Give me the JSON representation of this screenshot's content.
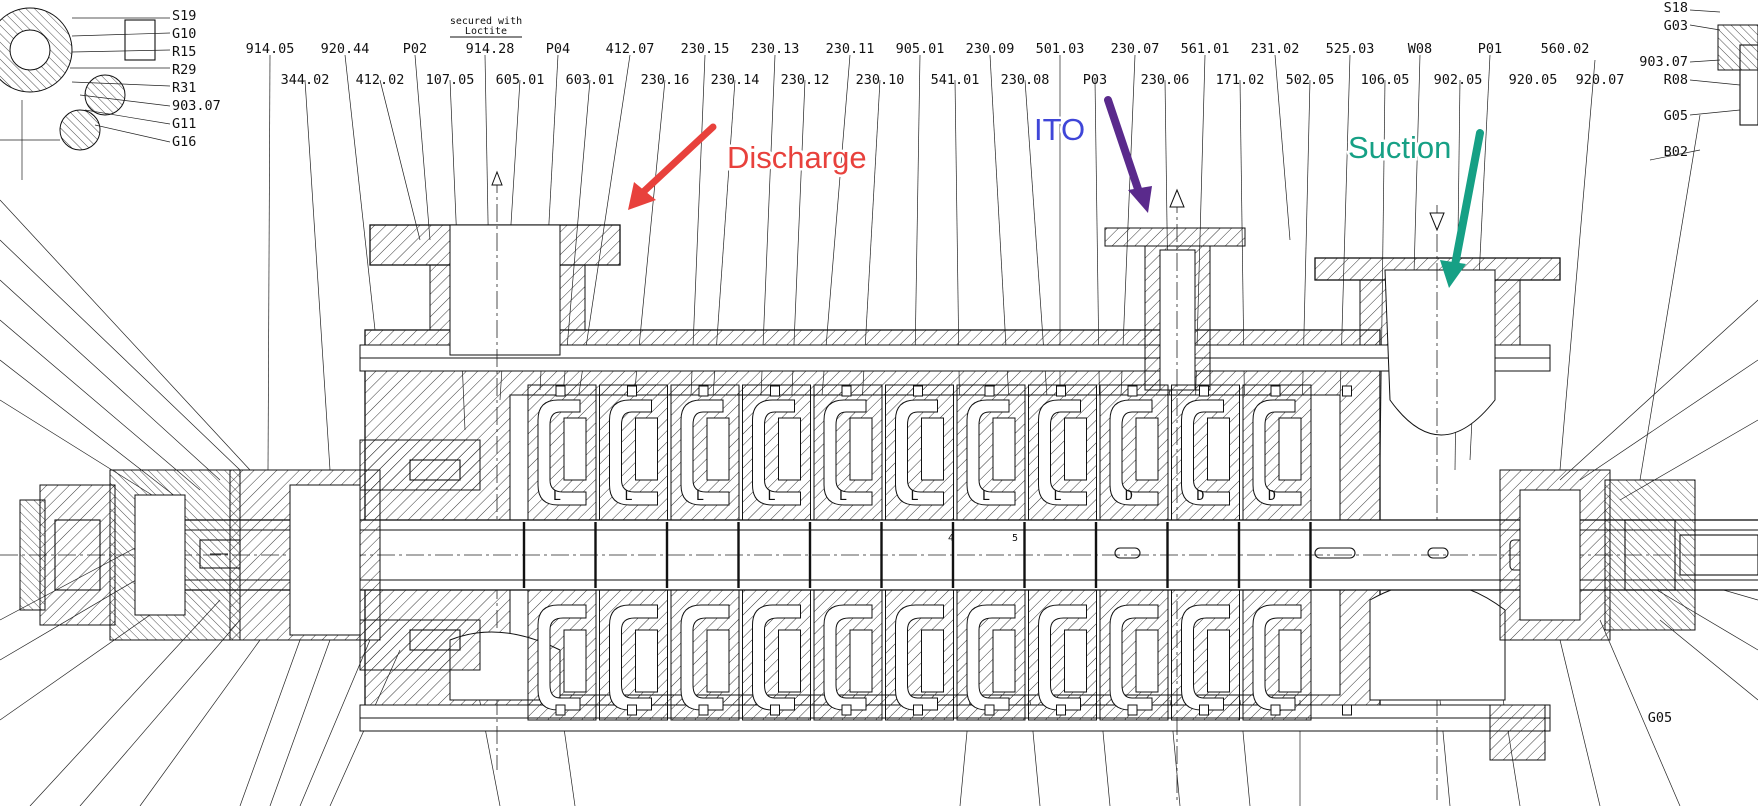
{
  "note": {
    "line1": "secured with",
    "line2": "Loctite"
  },
  "top_labels": [
    "914.05",
    "920.44",
    "P02",
    "914.28",
    "P04",
    "412.07",
    "230.15",
    "230.13",
    "230.11",
    "905.01",
    "230.09",
    "501.03",
    "230.07",
    "561.01",
    "231.02",
    "525.03",
    "W08",
    "P01",
    "560.02"
  ],
  "lower_labels": [
    "344.02",
    "412.02",
    "107.05",
    "605.01",
    "603.01",
    "230.16",
    "230.14",
    "230.12",
    "230.10",
    "541.01",
    "230.08",
    "P03",
    "230.06",
    "171.02",
    "502.05",
    "106.05",
    "902.05",
    "920.05",
    "920.07"
  ],
  "left_labels": [
    "S19",
    "G10",
    "R15",
    "R29",
    "R31",
    "903.07",
    "G11",
    "G16"
  ],
  "right_labels": [
    "S18",
    "G03",
    "903.07",
    "R08",
    "G05",
    "B02"
  ],
  "bottom_right_label": "G05",
  "stage_letters": [
    "L",
    "L",
    "L",
    "L",
    "L",
    "L",
    "L",
    "L",
    "D",
    "D",
    "D"
  ],
  "shaft_marks": [
    "4",
    "5"
  ],
  "callouts": {
    "discharge": {
      "text": "Discharge",
      "color": "#e8413c"
    },
    "ito": {
      "text": "ITO",
      "color": "#3f46d8",
      "arrow_color": "#5a2a8c"
    },
    "suction": {
      "text": "Suction",
      "color": "#16a085"
    }
  }
}
